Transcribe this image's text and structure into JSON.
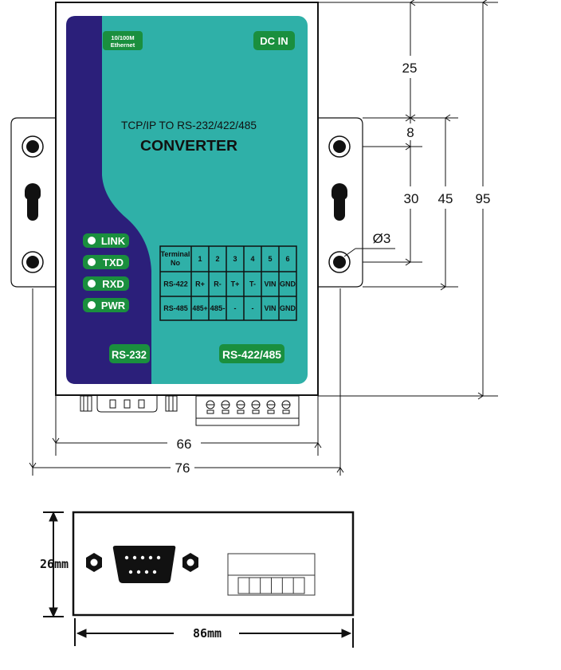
{
  "device": {
    "title_line1": "TCP/IP TO RS-232/422/485",
    "title_line2": "CONVERTER",
    "ethernet_badge": [
      "10/100M",
      "Ethernet"
    ],
    "dc_in_badge": "DC IN",
    "leds": [
      "LINK",
      "TXD",
      "RXD",
      "PWR"
    ],
    "rs232_badge": "RS-232",
    "rs422_485_badge": "RS-422/485"
  },
  "terminal_table": {
    "header": [
      "Terminal No",
      "1",
      "2",
      "3",
      "4",
      "5",
      "6"
    ],
    "header_line1": "Terminal",
    "header_line2": "No",
    "rows": [
      [
        "RS-422",
        "R+",
        "R-",
        "T+",
        "T-",
        "VIN",
        "GND"
      ],
      [
        "RS-485",
        "485+",
        "485-",
        "-",
        "-",
        "VIN",
        "GND"
      ]
    ]
  },
  "dimensions": {
    "top_offset": "25",
    "hole_offset": "8",
    "hole_spacing": "30",
    "bracket_height": "45",
    "total_height": "95",
    "hole_diameter": "Ø3",
    "body_width": "66",
    "bracket_width": "76",
    "side_height": "26mm",
    "side_width": "86mm"
  },
  "colors": {
    "panel_teal": "#2fb0a8",
    "panel_navy": "#2b1f7a",
    "badge_green": "#1a8f3e"
  }
}
